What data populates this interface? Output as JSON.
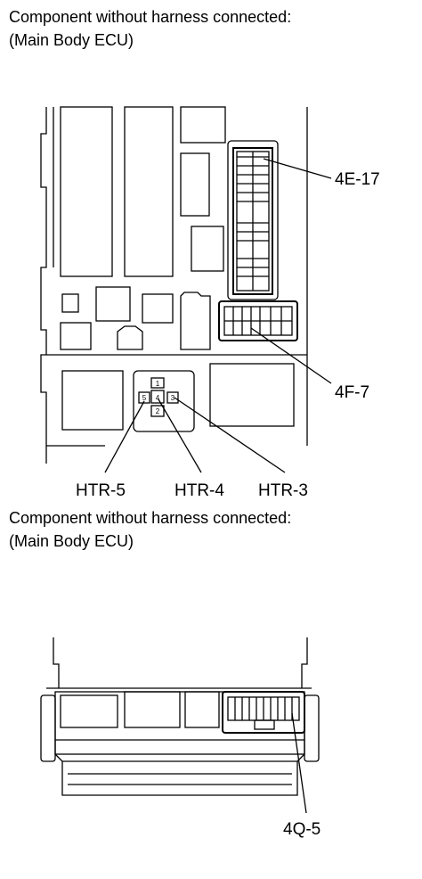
{
  "captions": [
    {
      "line1": "Component without harness connected:",
      "line2": "(Main Body ECU)"
    },
    {
      "line1": "Component without harness connected:",
      "line2": "(Main Body ECU)"
    }
  ],
  "connectors": {
    "c4e17": "4E-17",
    "c4f7": "4F-7",
    "htr5": "HTR-5",
    "htr4": "HTR-4",
    "htr3": "HTR-3",
    "c4q5": "4Q-5"
  },
  "htr_pins": [
    "1",
    "2",
    "3",
    "4",
    "5"
  ]
}
